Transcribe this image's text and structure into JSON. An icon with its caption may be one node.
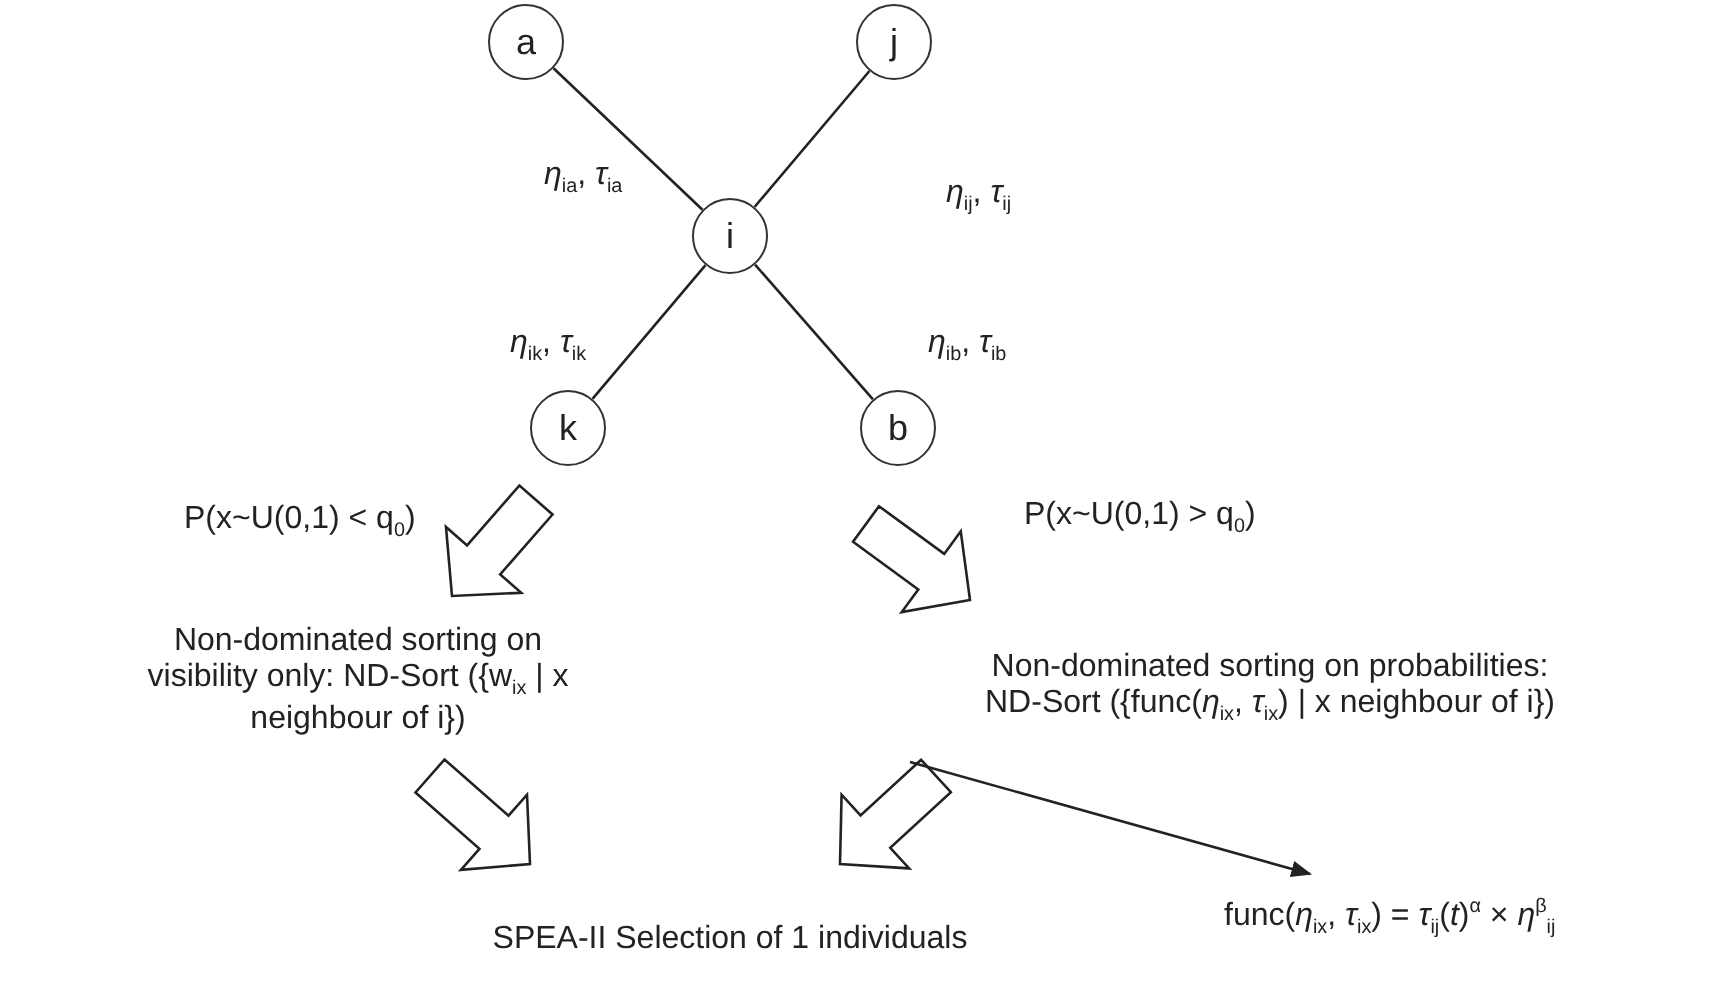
{
  "diagram": {
    "nodes": [
      {
        "text": [
          "a"
        ]
      },
      {
        "text": [
          "j"
        ]
      },
      {
        "text": [
          "i"
        ]
      },
      {
        "text": [
          "k"
        ]
      },
      {
        "text": [
          "b"
        ]
      },
      {
        "text": [
          "Non-dominated sorting on visibility only: ND-Sort ({w$_{ix}$ | x neighbour of i})"
        ]
      },
      {
        "text": [
          "Non-dominated sorting on probabilities: ND-Sort ({func(*η*$_{ix}$, *τ*$_{ix}$) | x neighbour of i})"
        ]
      },
      {
        "text": [
          "SPEA-II Selection of 1 individuals"
        ]
      },
      {
        "text": [
          "func(*η*$_{ix}$, *τ*$_{ix}$) = *τ*$_{ij}$(*t*)$^{α}$ × *η*$^{β}$$_{ij}$"
        ]
      }
    ],
    "edges": [
      {
        "from": 0,
        "to": 2,
        "arrow": "none",
        "label": "*η*$_{ia}$, *τ*$_{ia}$"
      },
      {
        "from": 1,
        "to": 2,
        "arrow": "none",
        "label": "*η*$_{ij}$, *τ*$_{ij}$"
      },
      {
        "from": 2,
        "to": 3,
        "arrow": "none",
        "label": "*η*$_{ik}$, *τ*$_{ik}$"
      },
      {
        "from": 2,
        "to": 4,
        "arrow": "none",
        "label": "*η*$_{ib}$, *τ*$_{ib}$"
      },
      {
        "from": 3,
        "to": 5,
        "arrow": "to",
        "style": "thick",
        "label": "P(x~U(0,1) < q$_{0}$)"
      },
      {
        "from": 4,
        "to": 6,
        "arrow": "to",
        "style": "thick",
        "label": "P(x~U(0,1) > q$_{0}$)"
      },
      {
        "from": 5,
        "to": 7,
        "arrow": "to",
        "style": "thick"
      },
      {
        "from": 6,
        "to": 7,
        "arrow": "to",
        "style": "thick"
      },
      {
        "from": 6,
        "to": 8,
        "arrow": "to"
      }
    ]
  }
}
